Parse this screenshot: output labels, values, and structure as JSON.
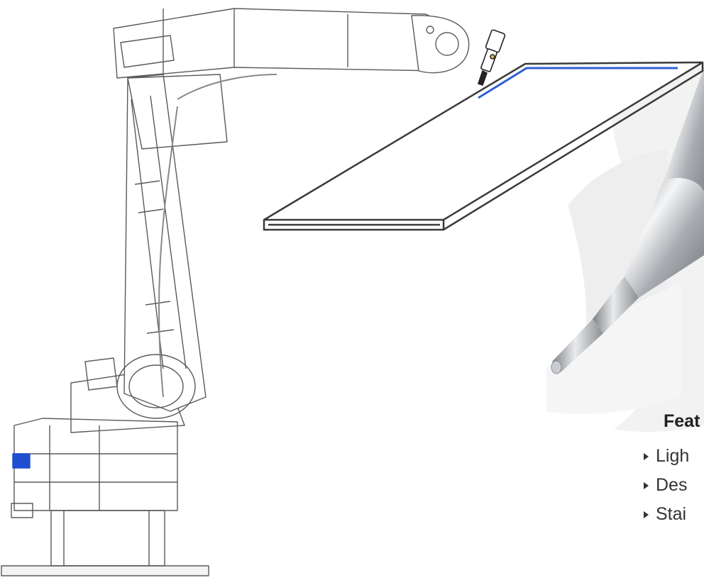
{
  "features": {
    "title": "Feat",
    "items": [
      {
        "label": "Ligh"
      },
      {
        "label": "Des"
      },
      {
        "label": "Stai"
      }
    ]
  },
  "colors": {
    "line_art": "#555555",
    "weld_seam": "#2f5fd6",
    "robot_base_accent": "#1f4fd0",
    "tool_metal": "#b9bcc0",
    "background_swoosh": "#f1f1f1"
  },
  "icons": {
    "robot_arm": "industrial-robot-arm-illustration",
    "welding_torch": "welding-torch-illustration",
    "nozzle": "stainless-nozzle-photo",
    "bullet": "chevron-right-icon"
  }
}
